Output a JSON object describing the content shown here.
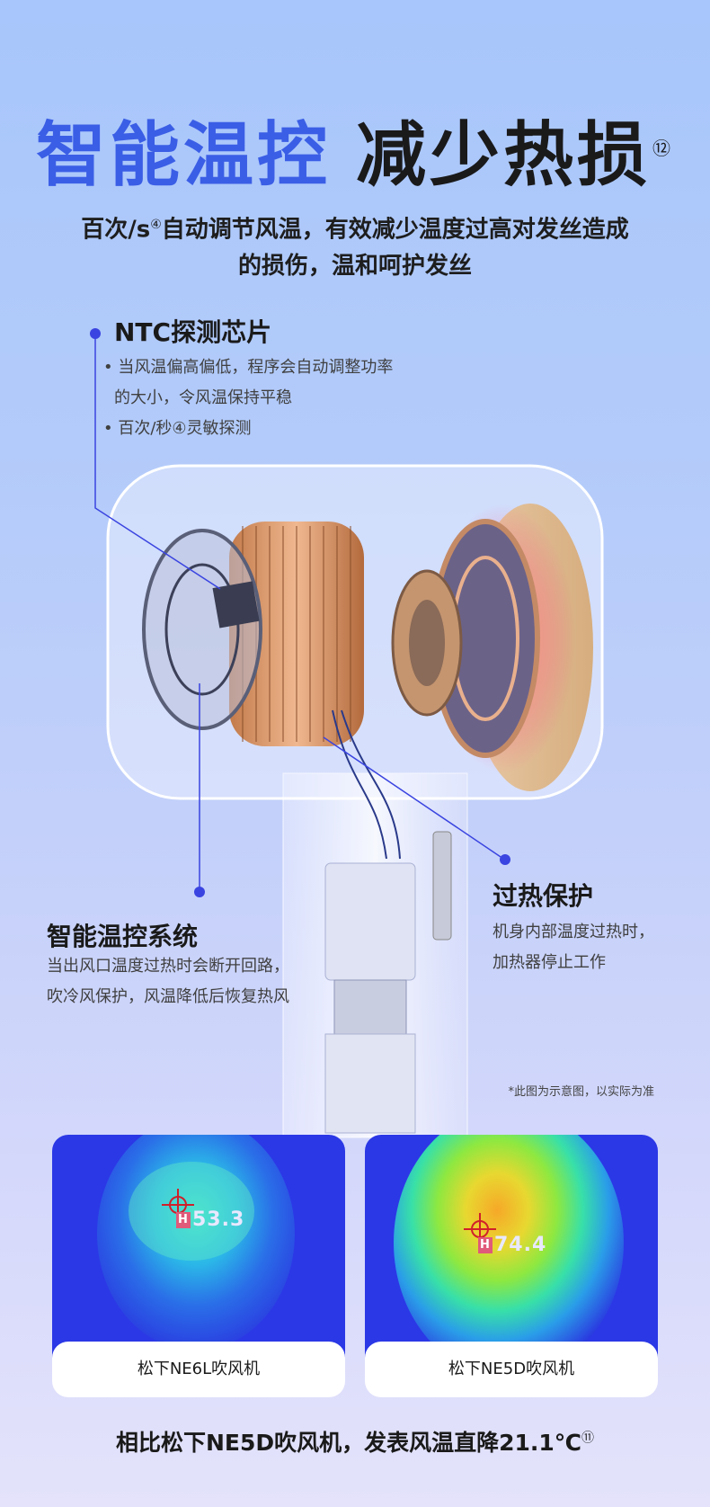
{
  "headline": {
    "part_a": "智能温控",
    "part_b": "减少热损",
    "note": "⑫"
  },
  "subtitle": {
    "line1_a": "百次/s",
    "line1_sup": "④",
    "line1_b": "自动调节风温，有效减少温度过高对发丝造成",
    "line2": "的损伤，温和呵护发丝"
  },
  "ntc": {
    "title": "NTC探测芯片",
    "bullet1_line1": "• 当风温偏高偏低，程序会自动调整功率",
    "bullet1_line2": "的大小，令风温保持平稳",
    "bullet2": "• 百次/秒④灵敏探测"
  },
  "overheat": {
    "title": "过热保护",
    "line1": "机身内部温度过热时，",
    "line2": "加热器停止工作"
  },
  "smart": {
    "title": "智能温控系统",
    "line1": "当出风口温度过热时会断开回路，",
    "line2": "吹冷风保护，风温降低后恢复热风"
  },
  "disclaimer": "*此图为示意图，以实际为准",
  "thermal": [
    {
      "label": "松下NE6L吹风机",
      "marker": "H",
      "temp": "53.3"
    },
    {
      "label": "松下NE5D吹风机",
      "marker": "H",
      "temp": "74.4"
    }
  ],
  "bottom": {
    "text": "相比松下NE5D吹风机，发表风温直降21.1℃",
    "note": "⑪"
  },
  "colors": {
    "accent": "#3b5ee6",
    "dot": "#3a44e0"
  }
}
